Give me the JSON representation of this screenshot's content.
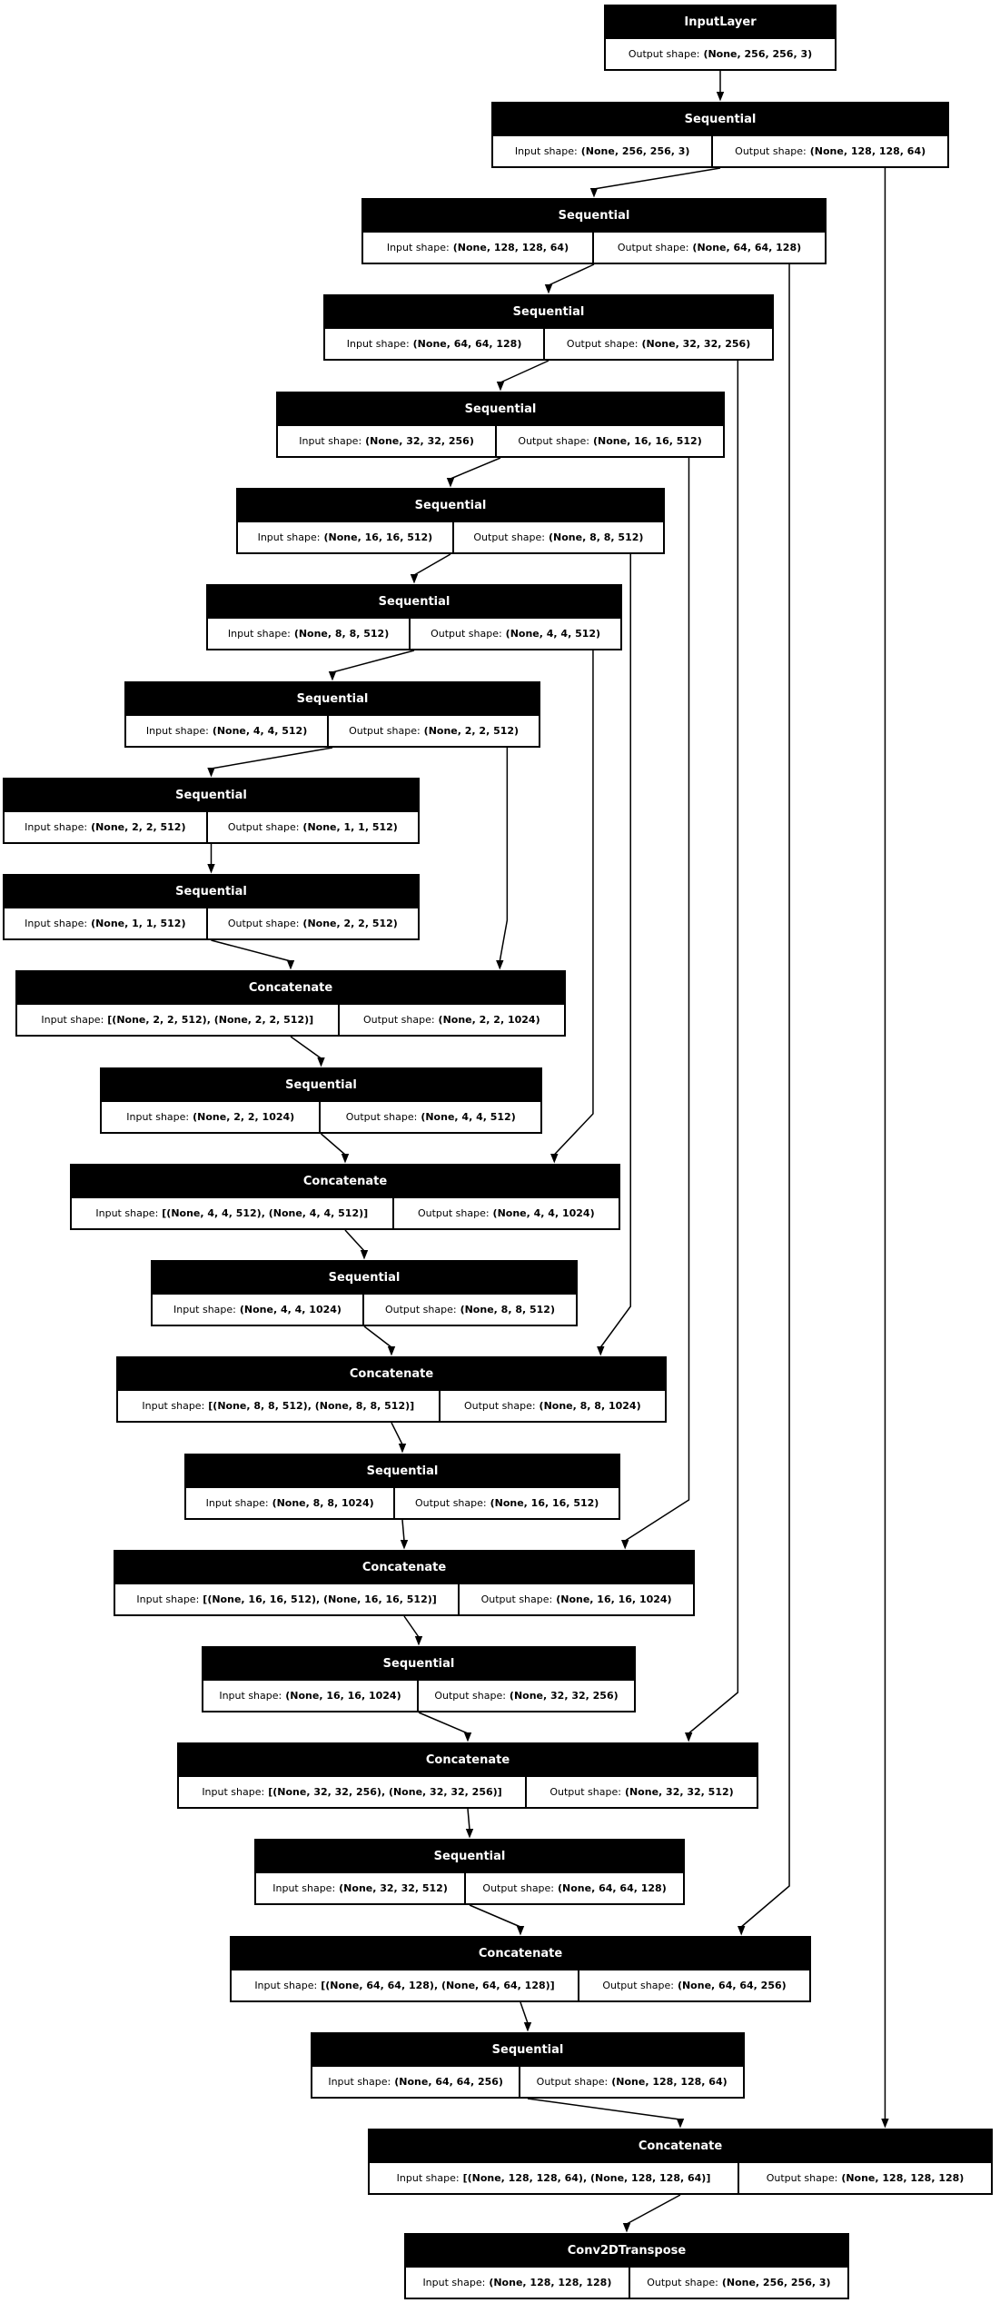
{
  "diagram": {
    "labels": {
      "input_prefix": "Input shape:",
      "output_prefix": "Output shape:"
    },
    "colors": {
      "border": "#000000",
      "header_bg": "#000000",
      "header_text": "#ffffff",
      "cell_bg": "#ffffff",
      "canvas_bg": "#ffffff",
      "edge": "#000000"
    },
    "nodes": [
      {
        "id": "n1",
        "title": "InputLayer",
        "output_shape": "(None, 256, 256, 3)"
      },
      {
        "id": "n2",
        "title": "Sequential",
        "input_shape": "(None, 256, 256, 3)",
        "output_shape": "(None, 128, 128, 64)"
      },
      {
        "id": "n3",
        "title": "Sequential",
        "input_shape": "(None, 128, 128, 64)",
        "output_shape": "(None, 64, 64, 128)"
      },
      {
        "id": "n4",
        "title": "Sequential",
        "input_shape": "(None, 64, 64, 128)",
        "output_shape": "(None, 32, 32, 256)"
      },
      {
        "id": "n5",
        "title": "Sequential",
        "input_shape": "(None, 32, 32, 256)",
        "output_shape": "(None, 16, 16, 512)"
      },
      {
        "id": "n6",
        "title": "Sequential",
        "input_shape": "(None, 16, 16, 512)",
        "output_shape": "(None, 8, 8, 512)"
      },
      {
        "id": "n7",
        "title": "Sequential",
        "input_shape": "(None, 8, 8, 512)",
        "output_shape": "(None, 4, 4, 512)"
      },
      {
        "id": "n8",
        "title": "Sequential",
        "input_shape": "(None, 4, 4, 512)",
        "output_shape": "(None, 2, 2, 512)"
      },
      {
        "id": "n9",
        "title": "Sequential",
        "input_shape": "(None, 2, 2, 512)",
        "output_shape": "(None, 1, 1, 512)"
      },
      {
        "id": "n10",
        "title": "Sequential",
        "input_shape": "(None, 1, 1, 512)",
        "output_shape": "(None, 2, 2, 512)"
      },
      {
        "id": "n11",
        "title": "Concatenate",
        "input_shape": "[(None, 2, 2, 512), (None, 2, 2, 512)]",
        "output_shape": "(None, 2, 2, 1024)"
      },
      {
        "id": "n12",
        "title": "Sequential",
        "input_shape": "(None, 2, 2, 1024)",
        "output_shape": "(None, 4, 4, 512)"
      },
      {
        "id": "n13",
        "title": "Concatenate",
        "input_shape": "[(None, 4, 4, 512), (None, 4, 4, 512)]",
        "output_shape": "(None, 4, 4, 1024)"
      },
      {
        "id": "n14",
        "title": "Sequential",
        "input_shape": "(None, 4, 4, 1024)",
        "output_shape": "(None, 8, 8, 512)"
      },
      {
        "id": "n15",
        "title": "Concatenate",
        "input_shape": "[(None, 8, 8, 512), (None, 8, 8, 512)]",
        "output_shape": "(None, 8, 8, 1024)"
      },
      {
        "id": "n16",
        "title": "Sequential",
        "input_shape": "(None, 8, 8, 1024)",
        "output_shape": "(None, 16, 16, 512)"
      },
      {
        "id": "n17",
        "title": "Concatenate",
        "input_shape": "[(None, 16, 16, 512), (None, 16, 16, 512)]",
        "output_shape": "(None, 16, 16, 1024)"
      },
      {
        "id": "n18",
        "title": "Sequential",
        "input_shape": "(None, 16, 16, 1024)",
        "output_shape": "(None, 32, 32, 256)"
      },
      {
        "id": "n19",
        "title": "Concatenate",
        "input_shape": "[(None, 32, 32, 256), (None, 32, 32, 256)]",
        "output_shape": "(None, 32, 32, 512)"
      },
      {
        "id": "n20",
        "title": "Sequential",
        "input_shape": "(None, 32, 32, 512)",
        "output_shape": "(None, 64, 64, 128)"
      },
      {
        "id": "n21",
        "title": "Concatenate",
        "input_shape": "[(None, 64, 64, 128), (None, 64, 64, 128)]",
        "output_shape": "(None, 64, 64, 256)"
      },
      {
        "id": "n22",
        "title": "Sequential",
        "input_shape": "(None, 64, 64, 256)",
        "output_shape": "(None, 128, 128, 64)"
      },
      {
        "id": "n23",
        "title": "Concatenate",
        "input_shape": "[(None, 128, 128, 64), (None, 128, 128, 64)]",
        "output_shape": "(None, 128, 128, 128)"
      },
      {
        "id": "n24",
        "title": "Conv2DTranspose",
        "input_shape": "(None, 128, 128, 128)",
        "output_shape": "(None, 256, 256, 3)"
      }
    ],
    "edges": [
      {
        "from": "n1",
        "to": "n2",
        "type": "chain"
      },
      {
        "from": "n2",
        "to": "n3",
        "type": "chain"
      },
      {
        "from": "n3",
        "to": "n4",
        "type": "chain"
      },
      {
        "from": "n4",
        "to": "n5",
        "type": "chain"
      },
      {
        "from": "n5",
        "to": "n6",
        "type": "chain"
      },
      {
        "from": "n6",
        "to": "n7",
        "type": "chain"
      },
      {
        "from": "n7",
        "to": "n8",
        "type": "chain"
      },
      {
        "from": "n8",
        "to": "n9",
        "type": "chain"
      },
      {
        "from": "n9",
        "to": "n10",
        "type": "chain"
      },
      {
        "from": "n10",
        "to": "n11",
        "type": "chain"
      },
      {
        "from": "n11",
        "to": "n12",
        "type": "chain"
      },
      {
        "from": "n12",
        "to": "n13",
        "type": "chain"
      },
      {
        "from": "n13",
        "to": "n14",
        "type": "chain"
      },
      {
        "from": "n14",
        "to": "n15",
        "type": "chain"
      },
      {
        "from": "n15",
        "to": "n16",
        "type": "chain"
      },
      {
        "from": "n16",
        "to": "n17",
        "type": "chain"
      },
      {
        "from": "n17",
        "to": "n18",
        "type": "chain"
      },
      {
        "from": "n18",
        "to": "n19",
        "type": "chain"
      },
      {
        "from": "n19",
        "to": "n20",
        "type": "chain"
      },
      {
        "from": "n20",
        "to": "n21",
        "type": "chain"
      },
      {
        "from": "n21",
        "to": "n22",
        "type": "chain"
      },
      {
        "from": "n22",
        "to": "n23",
        "type": "chain"
      },
      {
        "from": "n23",
        "to": "n24",
        "type": "chain"
      },
      {
        "from": "n8",
        "to": "n11",
        "type": "skip"
      },
      {
        "from": "n7",
        "to": "n13",
        "type": "skip"
      },
      {
        "from": "n6",
        "to": "n15",
        "type": "skip"
      },
      {
        "from": "n5",
        "to": "n17",
        "type": "skip"
      },
      {
        "from": "n4",
        "to": "n19",
        "type": "skip"
      },
      {
        "from": "n3",
        "to": "n21",
        "type": "skip"
      },
      {
        "from": "n2",
        "to": "n23",
        "type": "skip"
      }
    ]
  }
}
